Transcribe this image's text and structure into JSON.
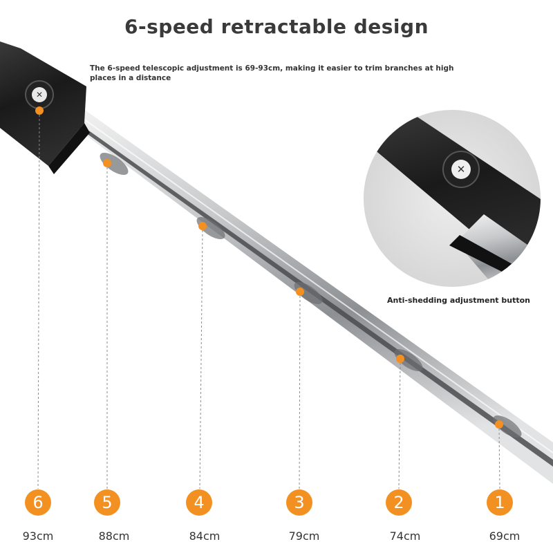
{
  "header": {
    "title": "6-speed retractable design",
    "subtitle": "The 6-speed telescopic adjustment is 69-93cm, making it easier to trim branches at high places in a distance"
  },
  "callout": {
    "label": "Anti-shedding adjustment button"
  },
  "accent_color": "#f39022",
  "steps": [
    {
      "number": "6",
      "length": "93cm"
    },
    {
      "number": "5",
      "length": "88cm"
    },
    {
      "number": "4",
      "length": "84cm"
    },
    {
      "number": "3",
      "length": "79cm"
    },
    {
      "number": "2",
      "length": "74cm"
    },
    {
      "number": "1",
      "length": "69cm"
    }
  ]
}
